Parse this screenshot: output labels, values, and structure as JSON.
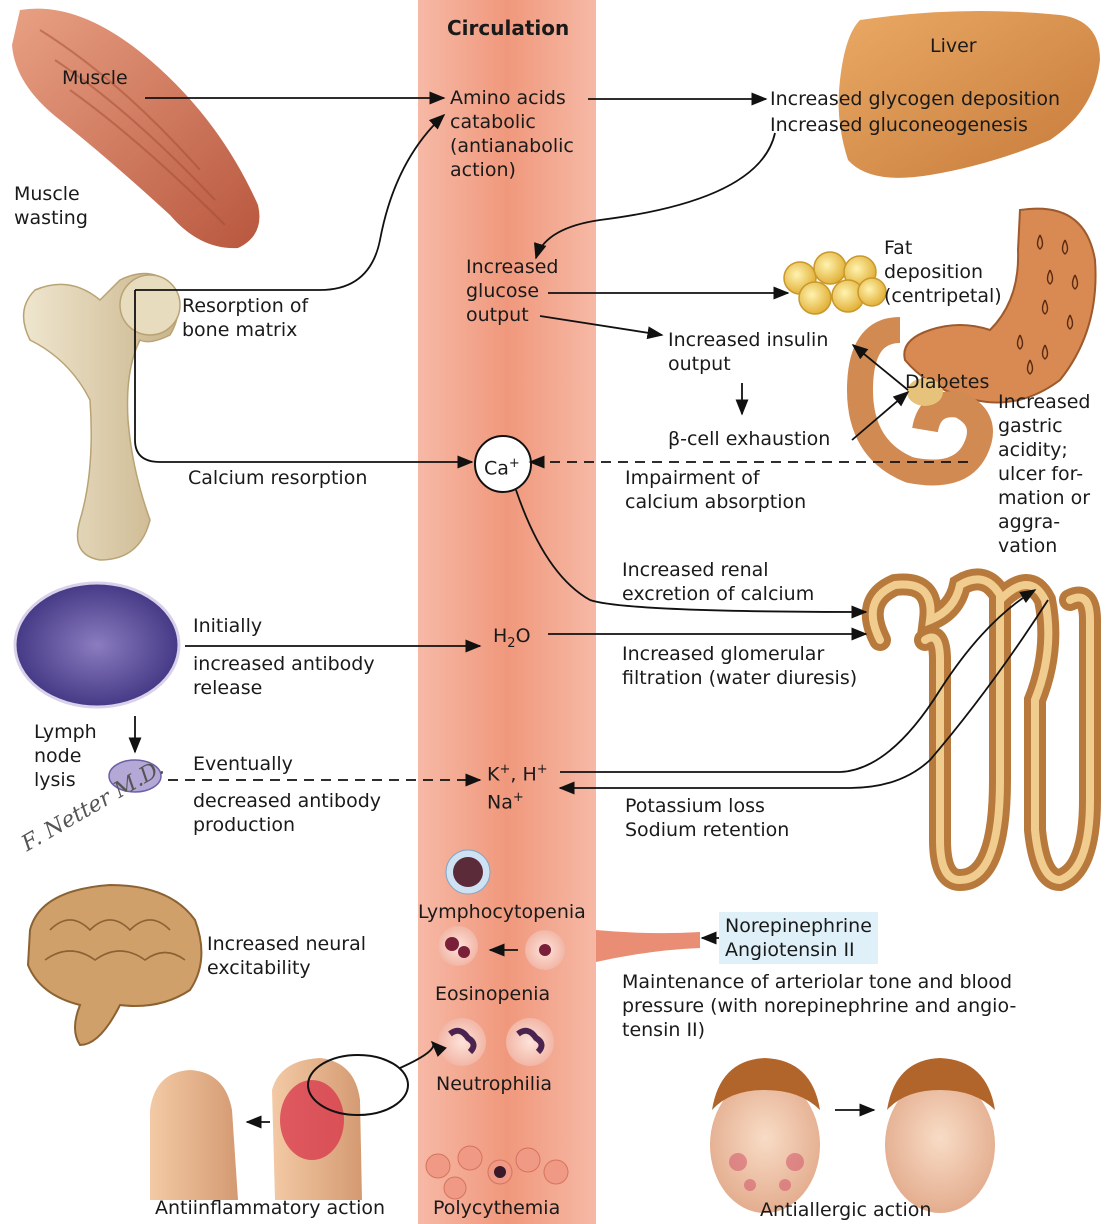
{
  "colors": {
    "circulation": "#f2a48c",
    "muscle": "#d9795c",
    "liver": "#d98a48",
    "bone": "#e4d6b8",
    "fat": "#f0c95a",
    "kidney": "#c98a4a",
    "lymph": "#6f5fa8",
    "brain": "#cfa06a",
    "highlight": "#dff0f8"
  },
  "circulation": {
    "title": "Circulation"
  },
  "muscle": {
    "label": "Muscle",
    "wasting": "Muscle\nwasting"
  },
  "liver": {
    "label": "Liver",
    "glycogen": "Increased glycogen deposition",
    "gluconeo": "Increased gluconeogenesis"
  },
  "amino": {
    "text": "Amino acids\ncatabolic\n(antianabolic\naction)"
  },
  "bone": {
    "resorption": "Resorption of\nbone matrix",
    "calcium": "Calcium resorption"
  },
  "glucose": {
    "text": "Increased\nglucose\noutput"
  },
  "fat": {
    "text": "Fat\ndeposition\n(centripetal)"
  },
  "insulin": {
    "text": "Increased insulin\noutput",
    "beta": "β-cell exhaustion",
    "diabetes": "Diabetes"
  },
  "gastric": {
    "text": "Increased\ngastric\nacidity;\nulcer for-\nmation or\naggra-\nvation"
  },
  "calcium": {
    "ion": "Ca+",
    "impairment": "Impairment of\ncalcium absorption",
    "renal": "Increased renal\nexcretion of calcium"
  },
  "lymph": {
    "initially": "Initially",
    "increased": "increased antibody\nrelease",
    "lysis": "Lymph\nnode\nlysis",
    "eventually": "Eventually",
    "decreased": "decreased antibody\nproduction"
  },
  "water": {
    "ion": "H2O",
    "glomerular": "Increased glomerular\nfiltration (water diuresis)"
  },
  "electrolytes": {
    "ions": "K+, H+\nNa+",
    "loss": "Potassium loss\nSodium retention"
  },
  "signature": "F. Netter M.D.",
  "brain": {
    "text": "Increased neural\nexcitability"
  },
  "blood": {
    "lymphocytopenia": "Lymphocytopenia",
    "eosinopenia": "Eosinopenia",
    "neutrophilia": "Neutrophilia",
    "polycythemia": "Polycythemia"
  },
  "vessel": {
    "hormones": "Norepinephrine\nAngiotensin II",
    "tone": "Maintenance of arteriolar tone and blood\npressure (with norepinephrine and angio-\ntensin II)"
  },
  "actions": {
    "antiinflammatory": "Antiinflammatory action",
    "antiallergic": "Antiallergic action"
  }
}
